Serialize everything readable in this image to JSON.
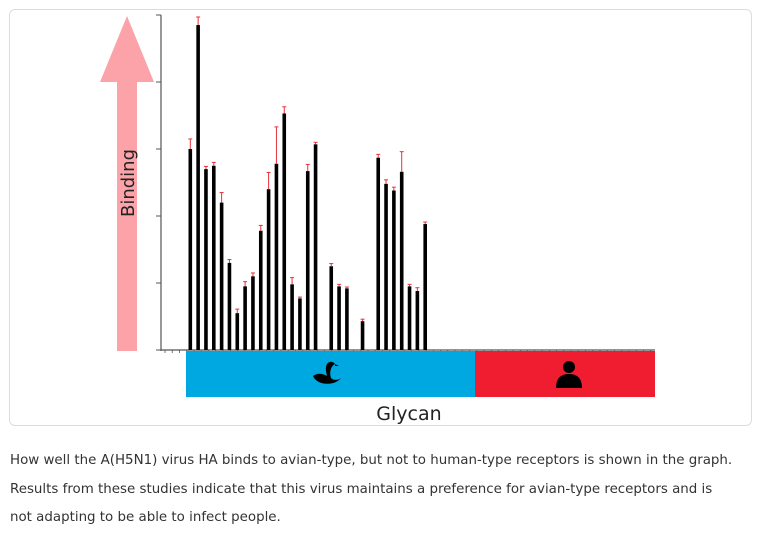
{
  "chart_data": {
    "type": "bar",
    "ylabel": "Binding",
    "xlabel": "Glycan",
    "values": [
      3.0,
      4.85,
      2.7,
      2.75,
      2.2,
      1.3,
      0.55,
      0.95,
      1.1,
      1.78,
      2.4,
      2.78,
      3.53,
      0.98,
      0.77,
      2.67,
      3.07,
      0,
      1.25,
      0.95,
      0.92,
      0,
      0.43,
      0,
      2.87,
      2.48,
      2.38,
      2.66,
      0.95,
      0.88,
      1.88
    ],
    "errors": [
      0.15,
      0.12,
      0.04,
      0.05,
      0.15,
      0.05,
      0.06,
      0.07,
      0.05,
      0.08,
      0.25,
      0.55,
      0.1,
      0.1,
      0.02,
      0.1,
      0.03,
      0,
      0.04,
      0.03,
      0.02,
      0,
      0.03,
      0,
      0.05,
      0.06,
      0.05,
      0.3,
      0.03,
      0.05,
      0.03
    ],
    "ylim": [
      0,
      5
    ],
    "groups": [
      {
        "name": "avian",
        "color": "#00a8e1",
        "icon": "swan-icon"
      },
      {
        "name": "human",
        "color": "#ef1d2f",
        "icon": "person-icon"
      }
    ],
    "bar_color": "#000000",
    "error_color": "#e8303a",
    "arrow_color": "#fba3a8"
  },
  "caption": {
    "line1": "How well the A(H5N1) virus HA binds to avian-type, but not to human-type receptors is shown in the graph.",
    "line2": "Results from these studies indicate that this virus maintains a preference for avian-type receptors and is",
    "line3": "not adapting to be able to infect people."
  }
}
